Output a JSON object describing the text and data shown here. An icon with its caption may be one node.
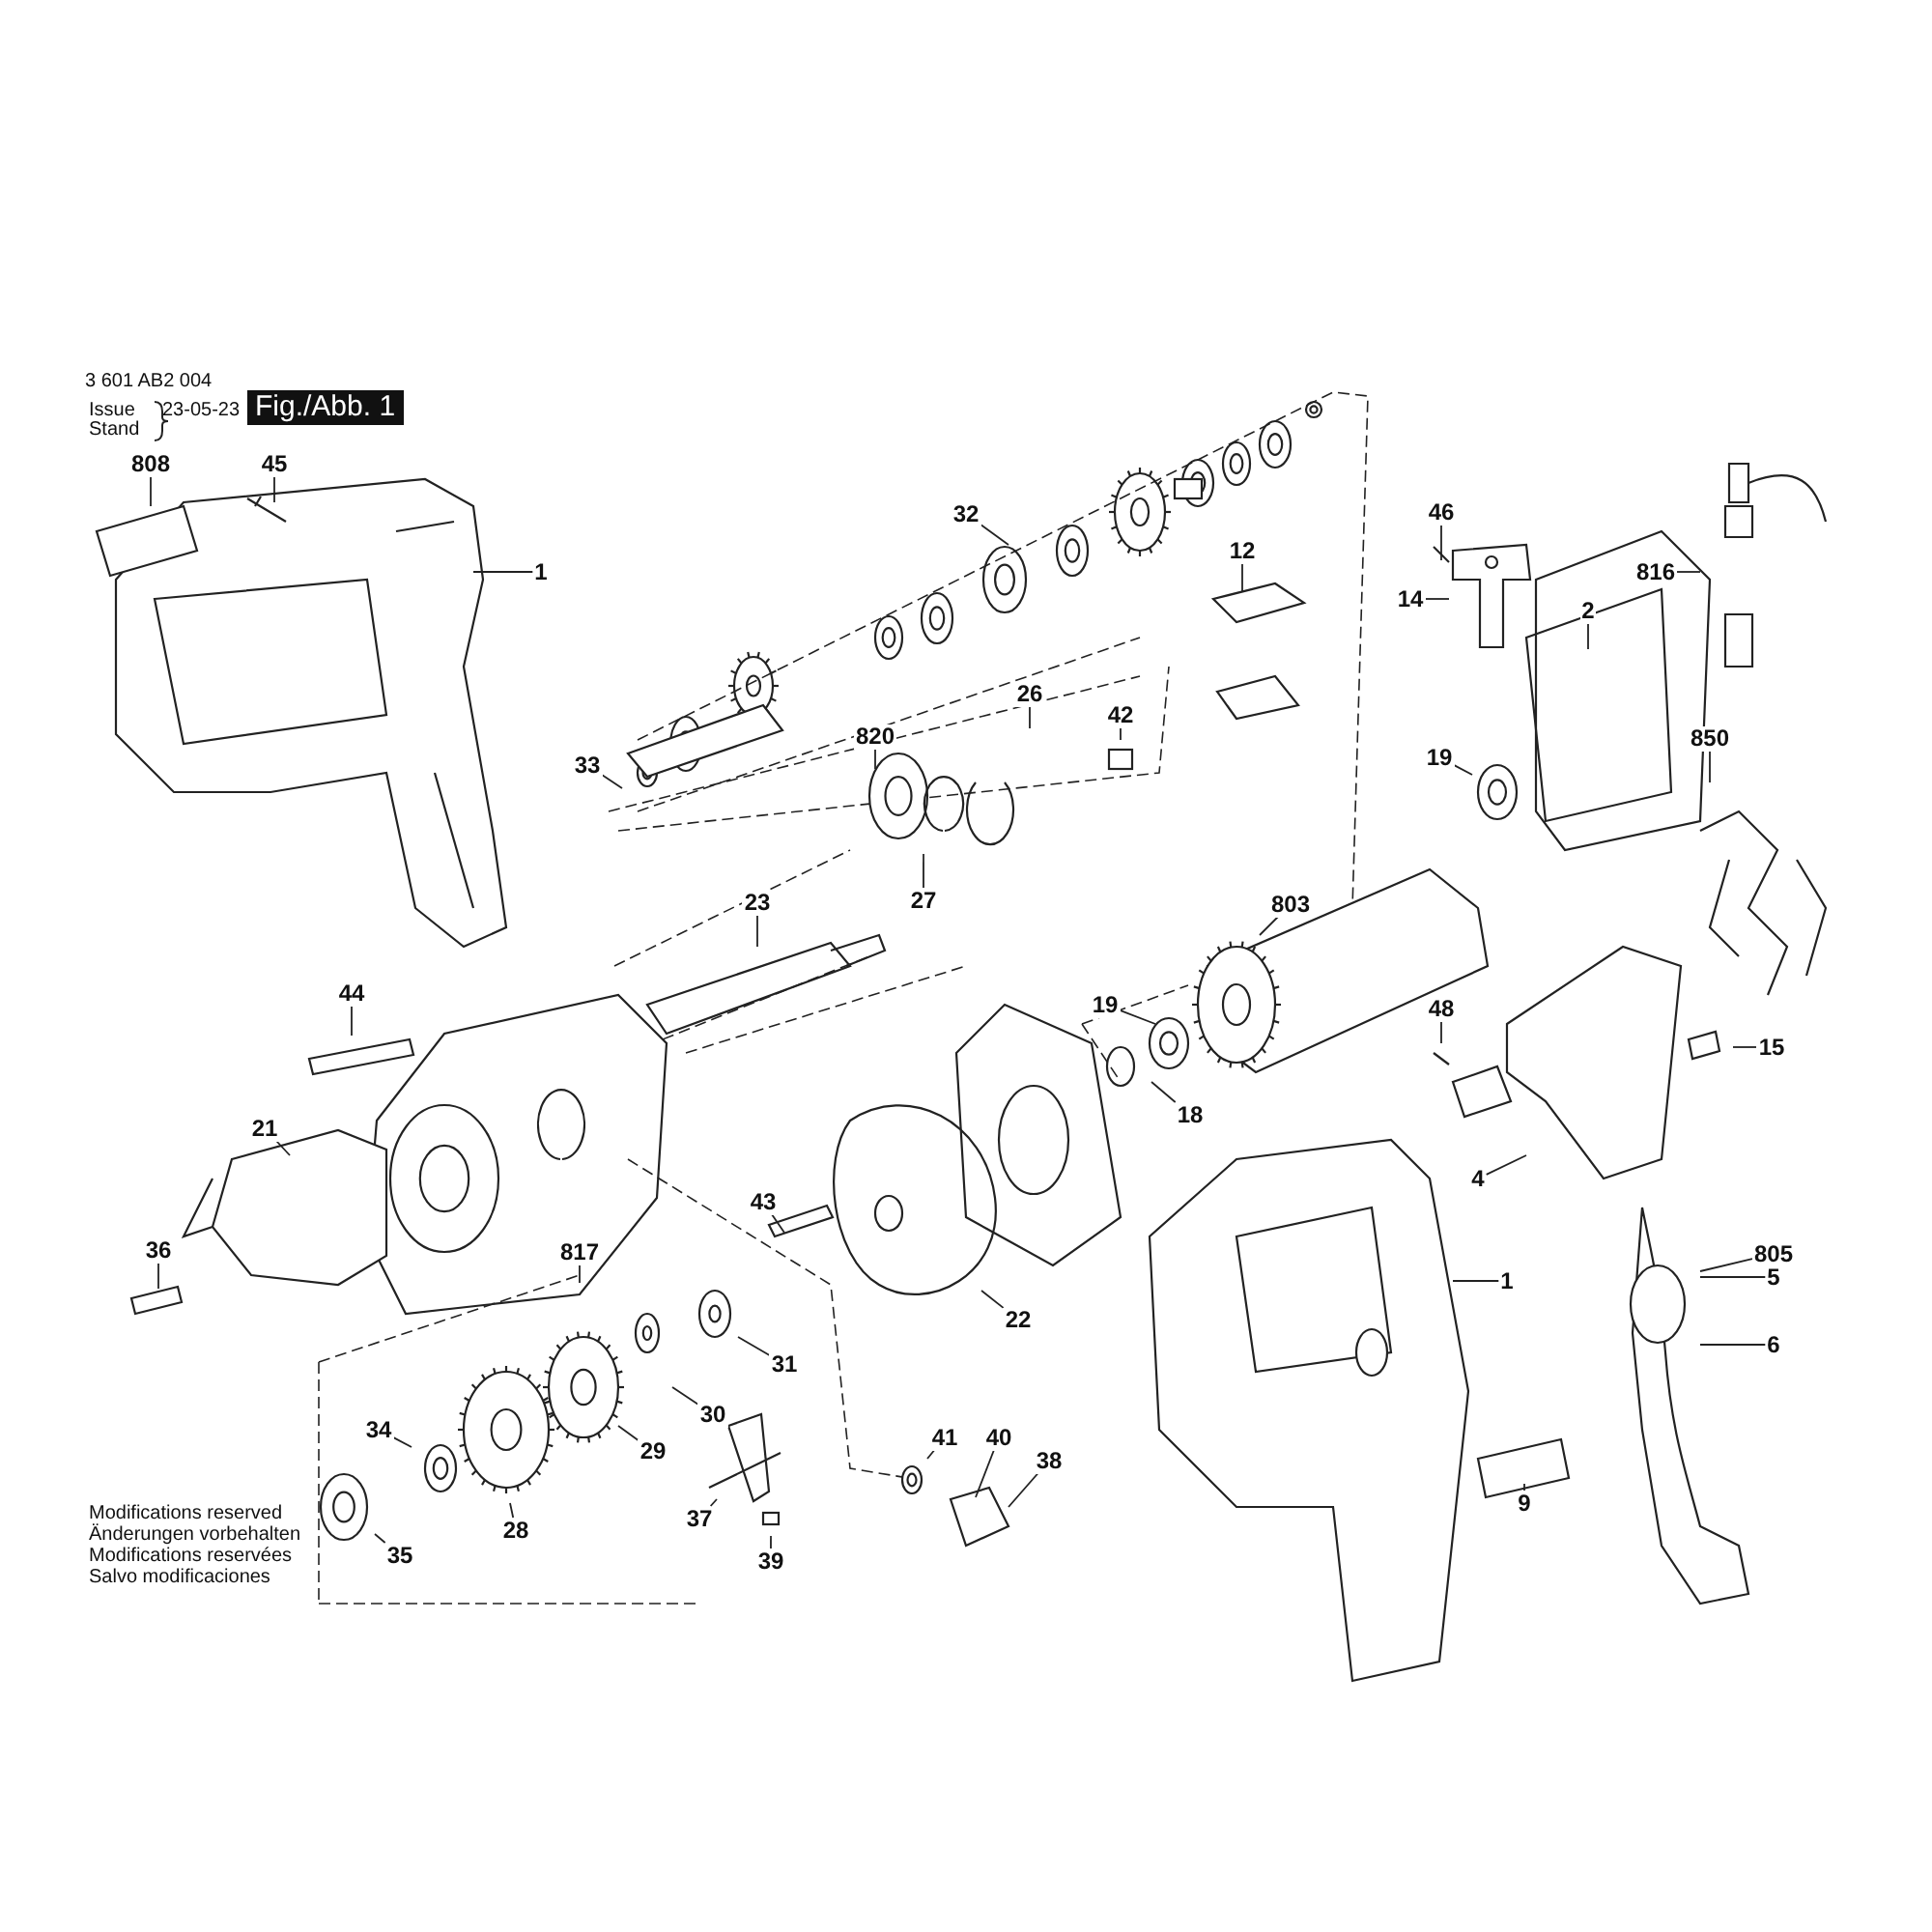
{
  "diagram": {
    "nodes": [
      {
        "text": [
          "808"
        ]
      },
      {
        "text": [
          "45"
        ]
      },
      {
        "text": [
          "1"
        ]
      },
      {
        "text": [
          "32"
        ]
      },
      {
        "text": [
          "12"
        ]
      },
      {
        "text": [
          "46"
        ]
      },
      {
        "text": [
          "14"
        ]
      },
      {
        "text": [
          "2"
        ]
      },
      {
        "text": [
          "816"
        ]
      },
      {
        "text": [
          "33"
        ]
      },
      {
        "text": [
          "820"
        ]
      },
      {
        "text": [
          "26"
        ]
      },
      {
        "text": [
          "42"
        ]
      },
      {
        "text": [
          "27"
        ]
      },
      {
        "text": [
          "19"
        ]
      },
      {
        "text": [
          "850"
        ]
      },
      {
        "text": [
          "23"
        ]
      },
      {
        "text": [
          "803"
        ]
      },
      {
        "text": [
          "44"
        ]
      },
      {
        "text": [
          "19"
        ]
      },
      {
        "text": [
          "48"
        ]
      },
      {
        "text": [
          "18"
        ]
      },
      {
        "text": [
          "15"
        ]
      },
      {
        "text": [
          "21"
        ]
      },
      {
        "text": [
          "43"
        ]
      },
      {
        "text": [
          "4"
        ]
      },
      {
        "text": [
          "817"
        ]
      },
      {
        "text": [
          "36"
        ]
      },
      {
        "text": [
          "805"
        ]
      },
      {
        "text": [
          "5"
        ]
      },
      {
        "text": [
          "1"
        ]
      },
      {
        "text": [
          "22"
        ]
      },
      {
        "text": [
          "31"
        ]
      },
      {
        "text": [
          "6"
        ]
      },
      {
        "text": [
          "34"
        ]
      },
      {
        "text": [
          "30"
        ]
      },
      {
        "text": [
          "29"
        ]
      },
      {
        "text": [
          "41"
        ]
      },
      {
        "text": [
          "40"
        ]
      },
      {
        "text": [
          "38"
        ]
      },
      {
        "text": [
          "28"
        ]
      },
      {
        "text": [
          "37"
        ]
      },
      {
        "text": [
          "9"
        ]
      },
      {
        "text": [
          "35"
        ]
      },
      {
        "text": [
          "39"
        ]
      }
    ],
    "edges": [
      {
        "from": 0,
        "to": null,
        "arrow": "none"
      },
      {
        "from": 1,
        "to": null,
        "arrow": "none"
      },
      {
        "from": 2,
        "to": null,
        "arrow": "none"
      },
      {
        "from": 3,
        "to": null,
        "arrow": "none"
      },
      {
        "from": 4,
        "to": null,
        "arrow": "none"
      },
      {
        "from": 5,
        "to": null,
        "arrow": "none"
      },
      {
        "from": 6,
        "to": null,
        "arrow": "none"
      },
      {
        "from": 7,
        "to": null,
        "arrow": "none"
      },
      {
        "from": 8,
        "to": null,
        "arrow": "none"
      },
      {
        "from": 9,
        "to": null,
        "arrow": "none"
      },
      {
        "from": 10,
        "to": null,
        "arrow": "none"
      },
      {
        "from": 11,
        "to": null,
        "arrow": "none"
      },
      {
        "from": 12,
        "to": null,
        "arrow": "none"
      },
      {
        "from": 13,
        "to": null,
        "arrow": "none"
      },
      {
        "from": 14,
        "to": null,
        "arrow": "none"
      },
      {
        "from": 15,
        "to": null,
        "arrow": "none"
      },
      {
        "from": 16,
        "to": null,
        "arrow": "none"
      },
      {
        "from": 17,
        "to": null,
        "arrow": "none"
      },
      {
        "from": 18,
        "to": null,
        "arrow": "none"
      },
      {
        "from": 19,
        "to": null,
        "arrow": "none"
      },
      {
        "from": 20,
        "to": null,
        "arrow": "none"
      },
      {
        "from": 21,
        "to": null,
        "arrow": "none"
      },
      {
        "from": 22,
        "to": null,
        "arrow": "none"
      },
      {
        "from": 23,
        "to": null,
        "arrow": "none"
      },
      {
        "from": 24,
        "to": null,
        "arrow": "none"
      },
      {
        "from": 25,
        "to": null,
        "arrow": "none"
      },
      {
        "from": 26,
        "to": null,
        "arrow": "none"
      },
      {
        "from": 27,
        "to": null,
        "arrow": "none"
      },
      {
        "from": 28,
        "to": null,
        "arrow": "none"
      },
      {
        "from": 29,
        "to": null,
        "arrow": "none"
      },
      {
        "from": 30,
        "to": null,
        "arrow": "none"
      },
      {
        "from": 31,
        "to": null,
        "arrow": "none"
      },
      {
        "from": 32,
        "to": null,
        "arrow": "none"
      },
      {
        "from": 33,
        "to": null,
        "arrow": "none"
      },
      {
        "from": 34,
        "to": null,
        "arrow": "none"
      },
      {
        "from": 35,
        "to": null,
        "arrow": "none"
      },
      {
        "from": 36,
        "to": null,
        "arrow": "none"
      },
      {
        "from": 37,
        "to": null,
        "arrow": "none"
      },
      {
        "from": 38,
        "to": null,
        "arrow": "none"
      },
      {
        "from": 39,
        "to": null,
        "arrow": "none"
      },
      {
        "from": 40,
        "to": null,
        "arrow": "none"
      },
      {
        "from": 41,
        "to": null,
        "arrow": "none"
      },
      {
        "from": 42,
        "to": null,
        "arrow": "none"
      },
      {
        "from": 43,
        "to": null,
        "arrow": "none"
      },
      {
        "from": 44,
        "to": null,
        "arrow": "none"
      }
    ],
    "labels": [
      "3 601 AB2 004",
      "Issue",
      "Stand",
      "23-05-23",
      "Fig./Abb. 1",
      "Modifications reserved",
      "Änderungen vorbehalten",
      "Modifications reservées",
      "Salvo modificaciones"
    ]
  }
}
